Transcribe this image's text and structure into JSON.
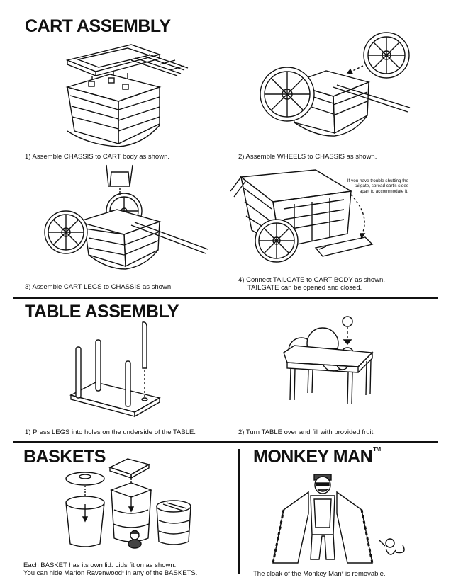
{
  "cart": {
    "heading": "CART ASSEMBLY",
    "step1": "1) Assemble CHASSIS to CART body as shown.",
    "step2": "2) Assemble WHEELS to CHASSIS as shown.",
    "step3": "3) Assemble CART LEGS to CHASSIS as shown.",
    "step4_line1": "4) Connect TAILGATE to CART BODY as shown.",
    "step4_line2": "TAILGATE can be opened and closed.",
    "tip_line1": "If you have trouble shutting the",
    "tip_line2": "tailgate, spread cart's sides",
    "tip_line3": "apart to accommodate it."
  },
  "table": {
    "heading": "TABLE ASSEMBLY",
    "step1": "1) Press LEGS into holes on the underside of the TABLE.",
    "step2": "2) Turn TABLE over and fill with provided fruit."
  },
  "baskets": {
    "heading": "BASKETS",
    "line1": "Each BASKET has its own lid. Lids fit on as shown.",
    "line2_before": "You can hide Marion Ravenwood",
    "line2_mark": "*",
    "line2_after": " in any of the BASKETS."
  },
  "monkey": {
    "heading": "MONKEY MAN",
    "tm": "TM",
    "caption_before": "The cloak of the Monkey Man",
    "caption_mark": "*",
    "caption_after": " is removable."
  }
}
